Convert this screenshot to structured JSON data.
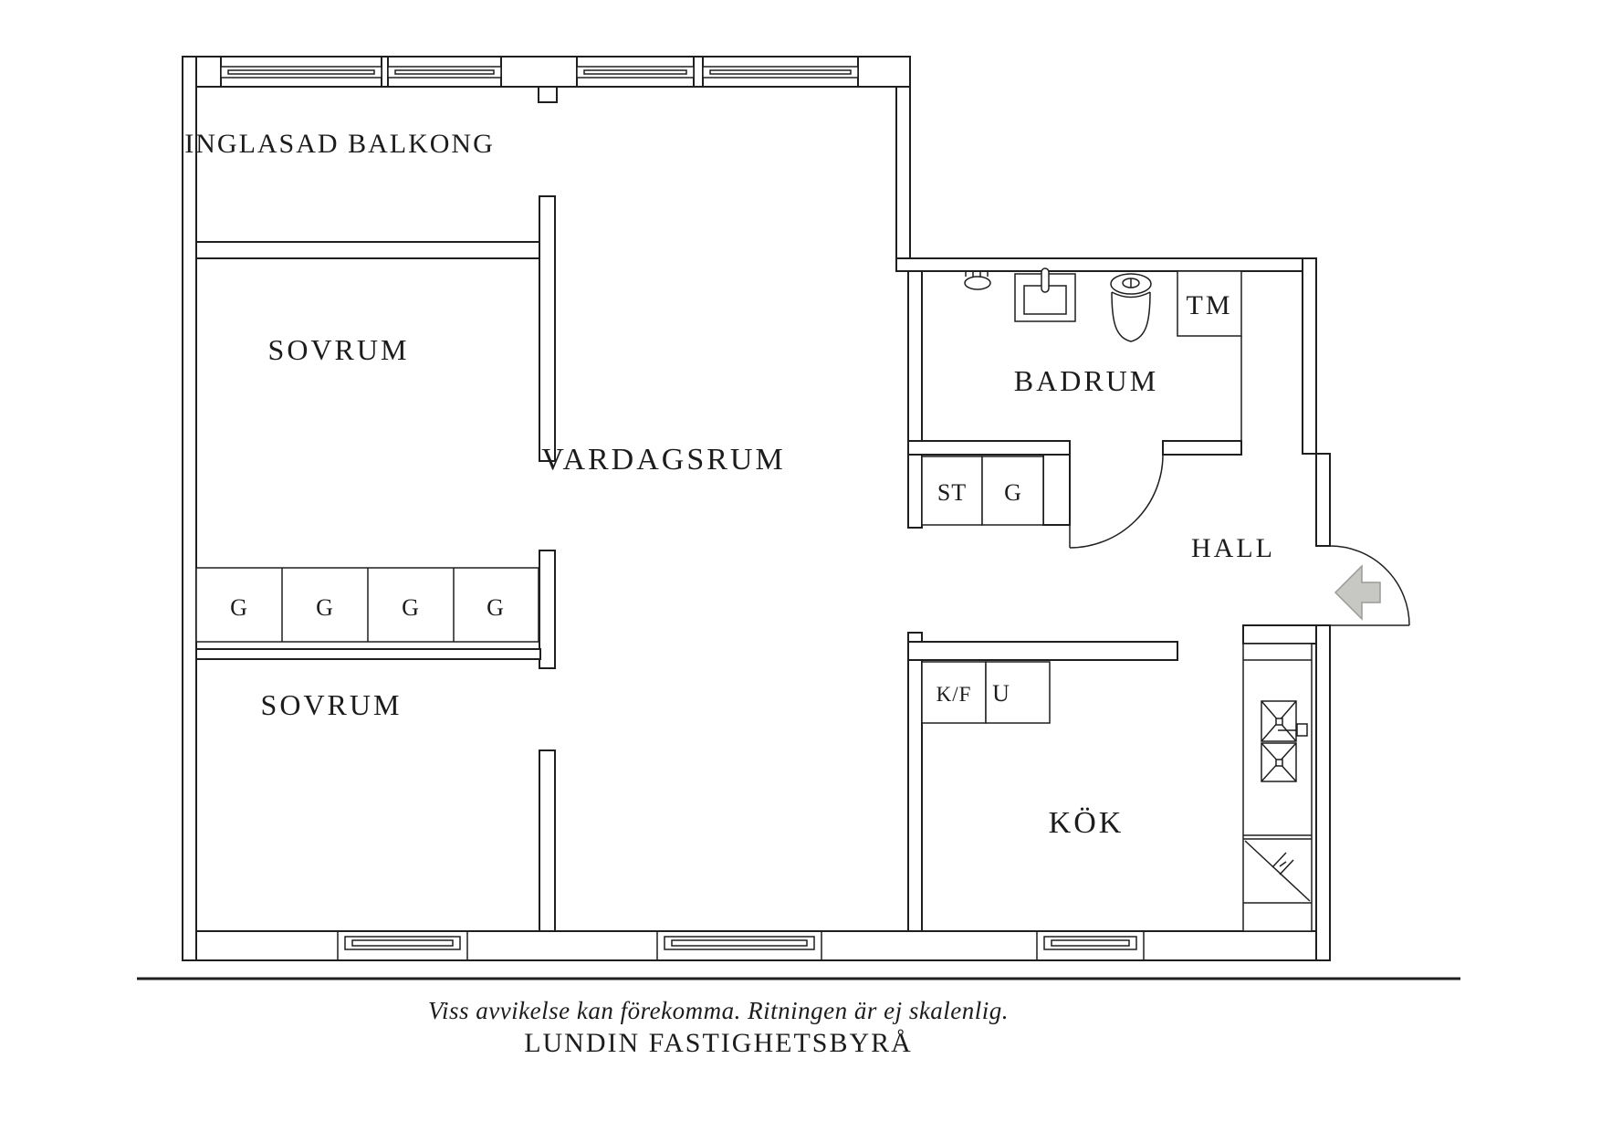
{
  "document": {
    "type": "floor-plan"
  },
  "rooms": {
    "balcony": {
      "label": "INGLASAD BALKONG"
    },
    "bedroom1": {
      "label": "SOVRUM"
    },
    "bedroom2": {
      "label": "SOVRUM"
    },
    "living": {
      "label": "VARDAGSRUM"
    },
    "bathroom": {
      "label": "BADRUM"
    },
    "hall": {
      "label": "HALL"
    },
    "kitchen": {
      "label": "KÖK"
    }
  },
  "closets": {
    "tm": "TM",
    "st": "ST",
    "g_bathroom": "G",
    "wardrobes": [
      "G",
      "G",
      "G",
      "G"
    ],
    "kf": "K/F",
    "u": "U"
  },
  "footer": {
    "disclaimer": "Viss avvikelse kan förekomma. Ritningen är ej skalenlig.",
    "brand": "LUNDIN FASTIGHETSBYRÅ"
  },
  "colors": {
    "line": "#1f1f1f",
    "arrow_fill": "#c7c7c4",
    "arrow_stroke": "#9a9a97",
    "background": "#ffffff"
  }
}
